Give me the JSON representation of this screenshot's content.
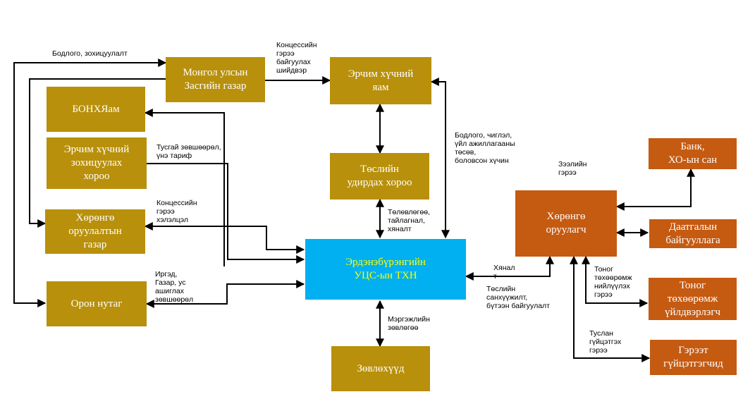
{
  "colors": {
    "gold_box": "#b8900b",
    "rust_box": "#c55a11",
    "center_box": "#00b0f0",
    "center_text": "#ffff00",
    "arrow": "#000000"
  },
  "boxes": {
    "mongol_gov": "Монгол улсын\nЗасгийн газар",
    "energy_ministry": "Эрчим хүчний\nяам",
    "bonhyam": "БОНХЯам",
    "energy_reg": "Эрчим хүчний\nзохицуулах\nхороо",
    "project_committee": "Төслийн\nудирдах хороо",
    "investment_agency": "Хөрөнгө\nоруулалтын\nгазар",
    "center": "Эрдэнэбүрэнгийн\nУЦС-ын ТХН",
    "local": "Орон нутаг",
    "consultants": "Зөвлөхүүд",
    "investor": "Хөрөнгө\nоруулагч",
    "bank": "Банк,\nХО-ын сан",
    "insurance": "Даатгалын\nбайгууллага",
    "equipment": "Тоног\nтөхөөрөмж\nүйлдвэрлэгч",
    "contractor": "Гэрээт\nгүйцэтгэгчид"
  },
  "labels": {
    "policy_reg": "Бодлого, зохицуулалт",
    "concession_decision": "Концессийн\nгэрээ\nбайгуулах\nшийдвэр",
    "special_permit": "Тусгай зөвшөөрөл,\nүнэ тариф",
    "policy_direction": "Бодлого, чиглэл,\nүйл ажиллагааны\nтөсөв,\nболовсон хүчин",
    "loan_agreement": "Зээлийн\nгэрээ",
    "concession_talks": "Концессийн\nгэрээ\nхэлэлцэл",
    "planning": "Төлөвлөгөө,\nтайлагнал,\nхяналт",
    "citizens": "Иргэд,\nГазар, ус\nашиглах\nзөвшөөрөл",
    "control": "Хянал\nт",
    "project_finance": "Төслийн\nсанхүүжилт,\nбүтээн байгуулалт",
    "equipment_contract": "Тоног\nтөхөөрөмж\nнийлүүлэх\nгэрээ",
    "professional_advice": "Мэргэжлийн\nзөвлөгөө",
    "support_contract": "Туслан\nгүйцэтгэх\nгэрээ"
  }
}
